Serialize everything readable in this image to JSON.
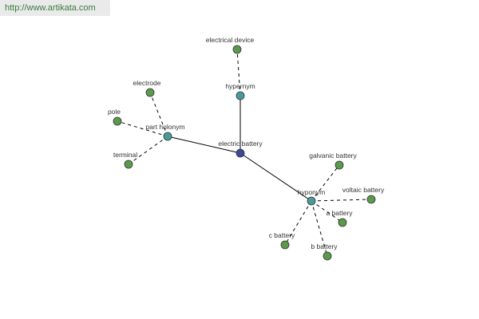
{
  "header": {
    "site_url": "http://www.artikata.com"
  },
  "diagram": {
    "colors": {
      "leaf": "#5a9a4a",
      "relation": "#4a9a9a",
      "center": "#3a4a9a",
      "edge": "#000000"
    },
    "nodes": [
      {
        "id": "electric-battery",
        "label": "electric battery",
        "kind": "center"
      },
      {
        "id": "hypernym",
        "label": "hypernym",
        "kind": "relation"
      },
      {
        "id": "part-holonym",
        "label": "part holonym",
        "kind": "relation"
      },
      {
        "id": "hyponym",
        "label": "hyponym",
        "kind": "relation"
      },
      {
        "id": "electrical-device",
        "label": "electrical device",
        "kind": "leaf"
      },
      {
        "id": "electrode",
        "label": "electrode",
        "kind": "leaf"
      },
      {
        "id": "pole",
        "label": "pole",
        "kind": "leaf"
      },
      {
        "id": "terminal",
        "label": "terminal",
        "kind": "leaf"
      },
      {
        "id": "galvanic-battery",
        "label": "galvanic battery",
        "kind": "leaf"
      },
      {
        "id": "voltaic-battery",
        "label": "voltaic battery",
        "kind": "leaf"
      },
      {
        "id": "a-battery",
        "label": "a battery",
        "kind": "leaf"
      },
      {
        "id": "b-battery",
        "label": "b battery",
        "kind": "leaf"
      },
      {
        "id": "c-battery",
        "label": "c battery",
        "kind": "leaf"
      }
    ],
    "edges": [
      {
        "from": "electric-battery",
        "to": "hypernym",
        "style": "solid"
      },
      {
        "from": "electric-battery",
        "to": "part-holonym",
        "style": "solid"
      },
      {
        "from": "electric-battery",
        "to": "hyponym",
        "style": "solid"
      },
      {
        "from": "hypernym",
        "to": "electrical-device",
        "style": "dashed"
      },
      {
        "from": "part-holonym",
        "to": "electrode",
        "style": "dashed"
      },
      {
        "from": "part-holonym",
        "to": "pole",
        "style": "dashed"
      },
      {
        "from": "part-holonym",
        "to": "terminal",
        "style": "dashed"
      },
      {
        "from": "hyponym",
        "to": "galvanic-battery",
        "style": "dashed"
      },
      {
        "from": "hyponym",
        "to": "voltaic-battery",
        "style": "dashed"
      },
      {
        "from": "hyponym",
        "to": "a-battery",
        "style": "dashed"
      },
      {
        "from": "hyponym",
        "to": "b-battery",
        "style": "dashed"
      },
      {
        "from": "hyponym",
        "to": "c-battery",
        "style": "dashed"
      }
    ]
  }
}
